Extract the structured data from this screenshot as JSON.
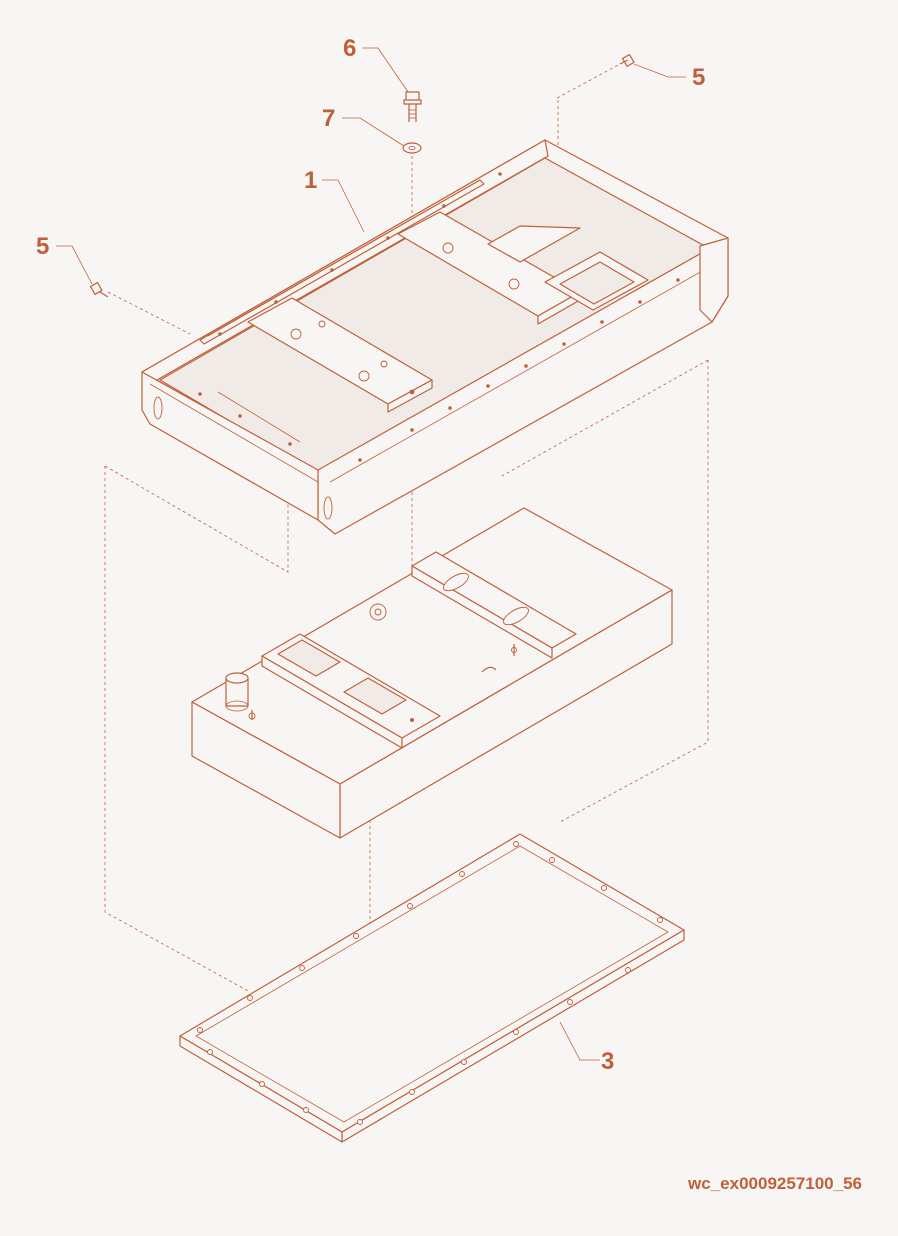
{
  "callouts": {
    "frame": "1",
    "base_plate": "3",
    "screw_left": "5",
    "screw_right": "5",
    "bolt": "6",
    "washer": "7"
  },
  "document_id": "wc_ex0009257100_56",
  "colors": {
    "line": "#c0603a",
    "background": "#f8f6f4"
  }
}
